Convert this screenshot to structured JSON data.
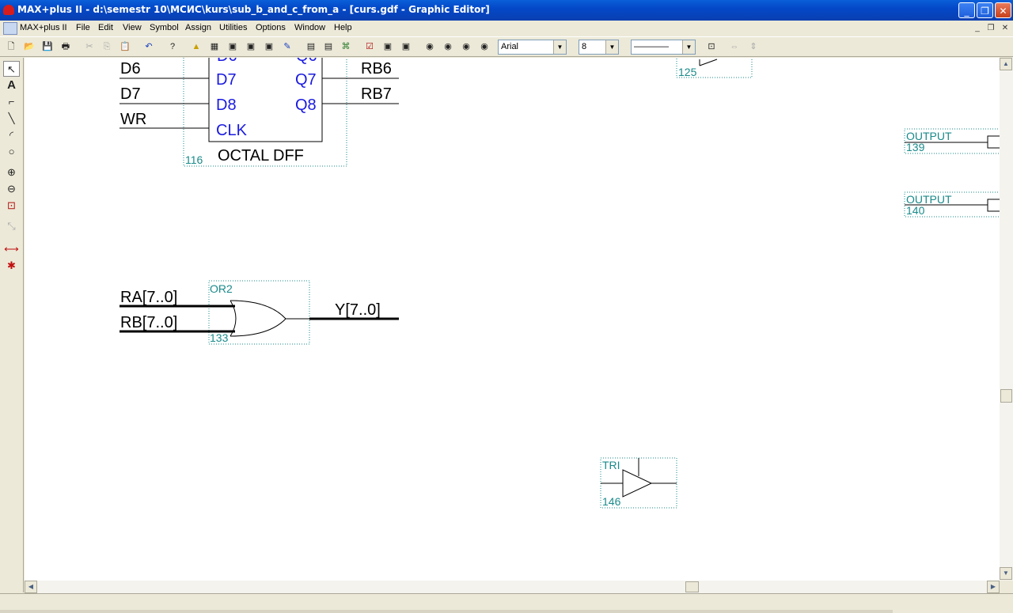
{
  "window": {
    "title": "MAX+plus II - d:\\semestr 10\\МСИС\\kurs\\sub_b_and_c_from_a - [curs.gdf - Graphic Editor]",
    "minimize": "_",
    "restore": "❐",
    "close": "✕"
  },
  "menu": {
    "items": [
      "MAX+plus II",
      "File",
      "Edit",
      "View",
      "Symbol",
      "Assign",
      "Utilities",
      "Options",
      "Window",
      "Help"
    ],
    "mdi_min": "_",
    "mdi_restore": "❐",
    "mdi_close": "✕"
  },
  "toolbar": {
    "font_value": "Arial",
    "size_value": "8",
    "line_style_value": "————"
  },
  "schematic": {
    "dff": {
      "inputs_left": [
        "D6",
        "D7",
        "WR"
      ],
      "pins_in": [
        "D7",
        "D8",
        "CLK"
      ],
      "pins_out": [
        "Q7",
        "Q8"
      ],
      "outputs_right": [
        "RB6",
        "RB7"
      ],
      "name": "OCTAL DFF",
      "id": "116",
      "partial_top_in": "D6",
      "partial_top_out": "Q6"
    },
    "top_partial": {
      "id": "125"
    },
    "output1": {
      "type": "OUTPUT",
      "id": "139"
    },
    "output2": {
      "type": "OUTPUT",
      "id": "140"
    },
    "or2": {
      "type": "OR2",
      "id": "133",
      "in_a": "RA[7..0]",
      "in_b": "RB[7..0]",
      "out": "Y[7..0]"
    },
    "tri": {
      "type": "TRI",
      "id": "146"
    }
  },
  "colors": {
    "pin_blue": "#1a1ae0",
    "symbol_teal": "#1a8a8a",
    "title_blue": "#0a4fd0"
  }
}
